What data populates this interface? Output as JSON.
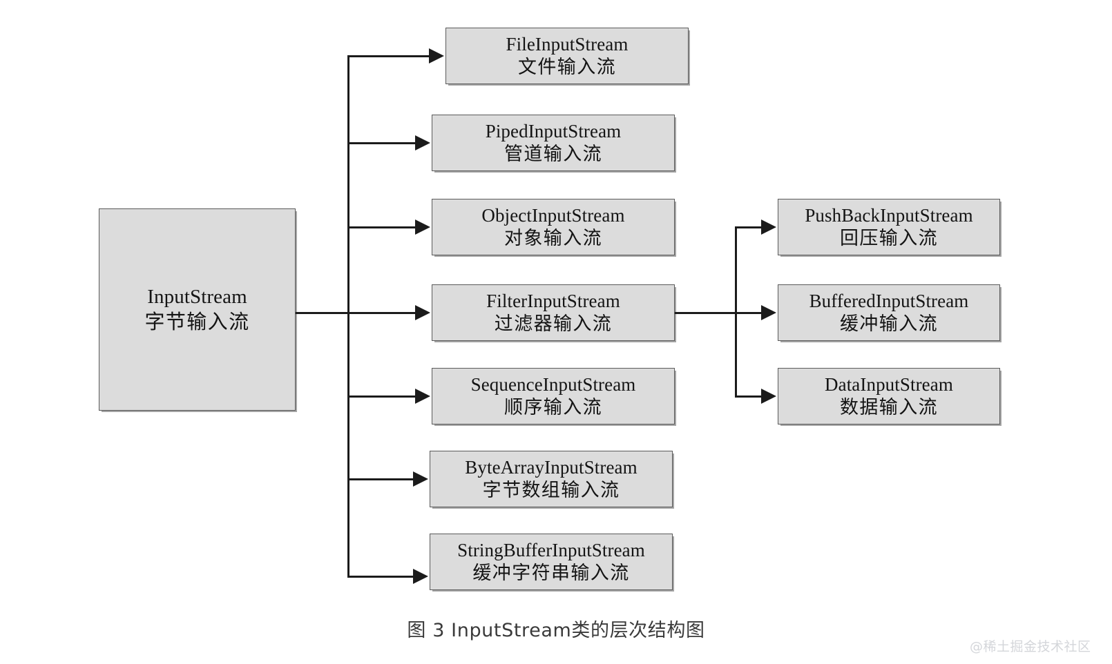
{
  "diagram": {
    "caption": "图 3  InputStream类的层次结构图",
    "watermark": "@稀土掘金技术社区",
    "colors": {
      "node_fill": "#dcdcdc",
      "node_border": "#5a5a5a",
      "connector": "#1b1b1b",
      "background": "#ffffff",
      "caption_text": "#3a3a3a",
      "watermark_text": "#d4d6da"
    },
    "root": {
      "en": "InputStream",
      "cn": "字节输入流"
    },
    "children": [
      {
        "en": "FileInputStream",
        "cn": "文件输入流"
      },
      {
        "en": "PipedInputStream",
        "cn": "管道输入流"
      },
      {
        "en": "ObjectInputStream",
        "cn": "对象输入流"
      },
      {
        "en": "FilterInputStream",
        "cn": "过滤器输入流"
      },
      {
        "en": "SequenceInputStream",
        "cn": "顺序输入流"
      },
      {
        "en": "ByteArrayInputStream",
        "cn": "字节数组输入流"
      },
      {
        "en": "StringBufferInputStream",
        "cn": "缓冲字符串输入流"
      }
    ],
    "filter_children": [
      {
        "en": "PushBackInputStream",
        "cn": "回压输入流"
      },
      {
        "en": "BufferedInputStream",
        "cn": "缓冲输入流"
      },
      {
        "en": "DataInputStream",
        "cn": "数据输入流"
      }
    ]
  }
}
